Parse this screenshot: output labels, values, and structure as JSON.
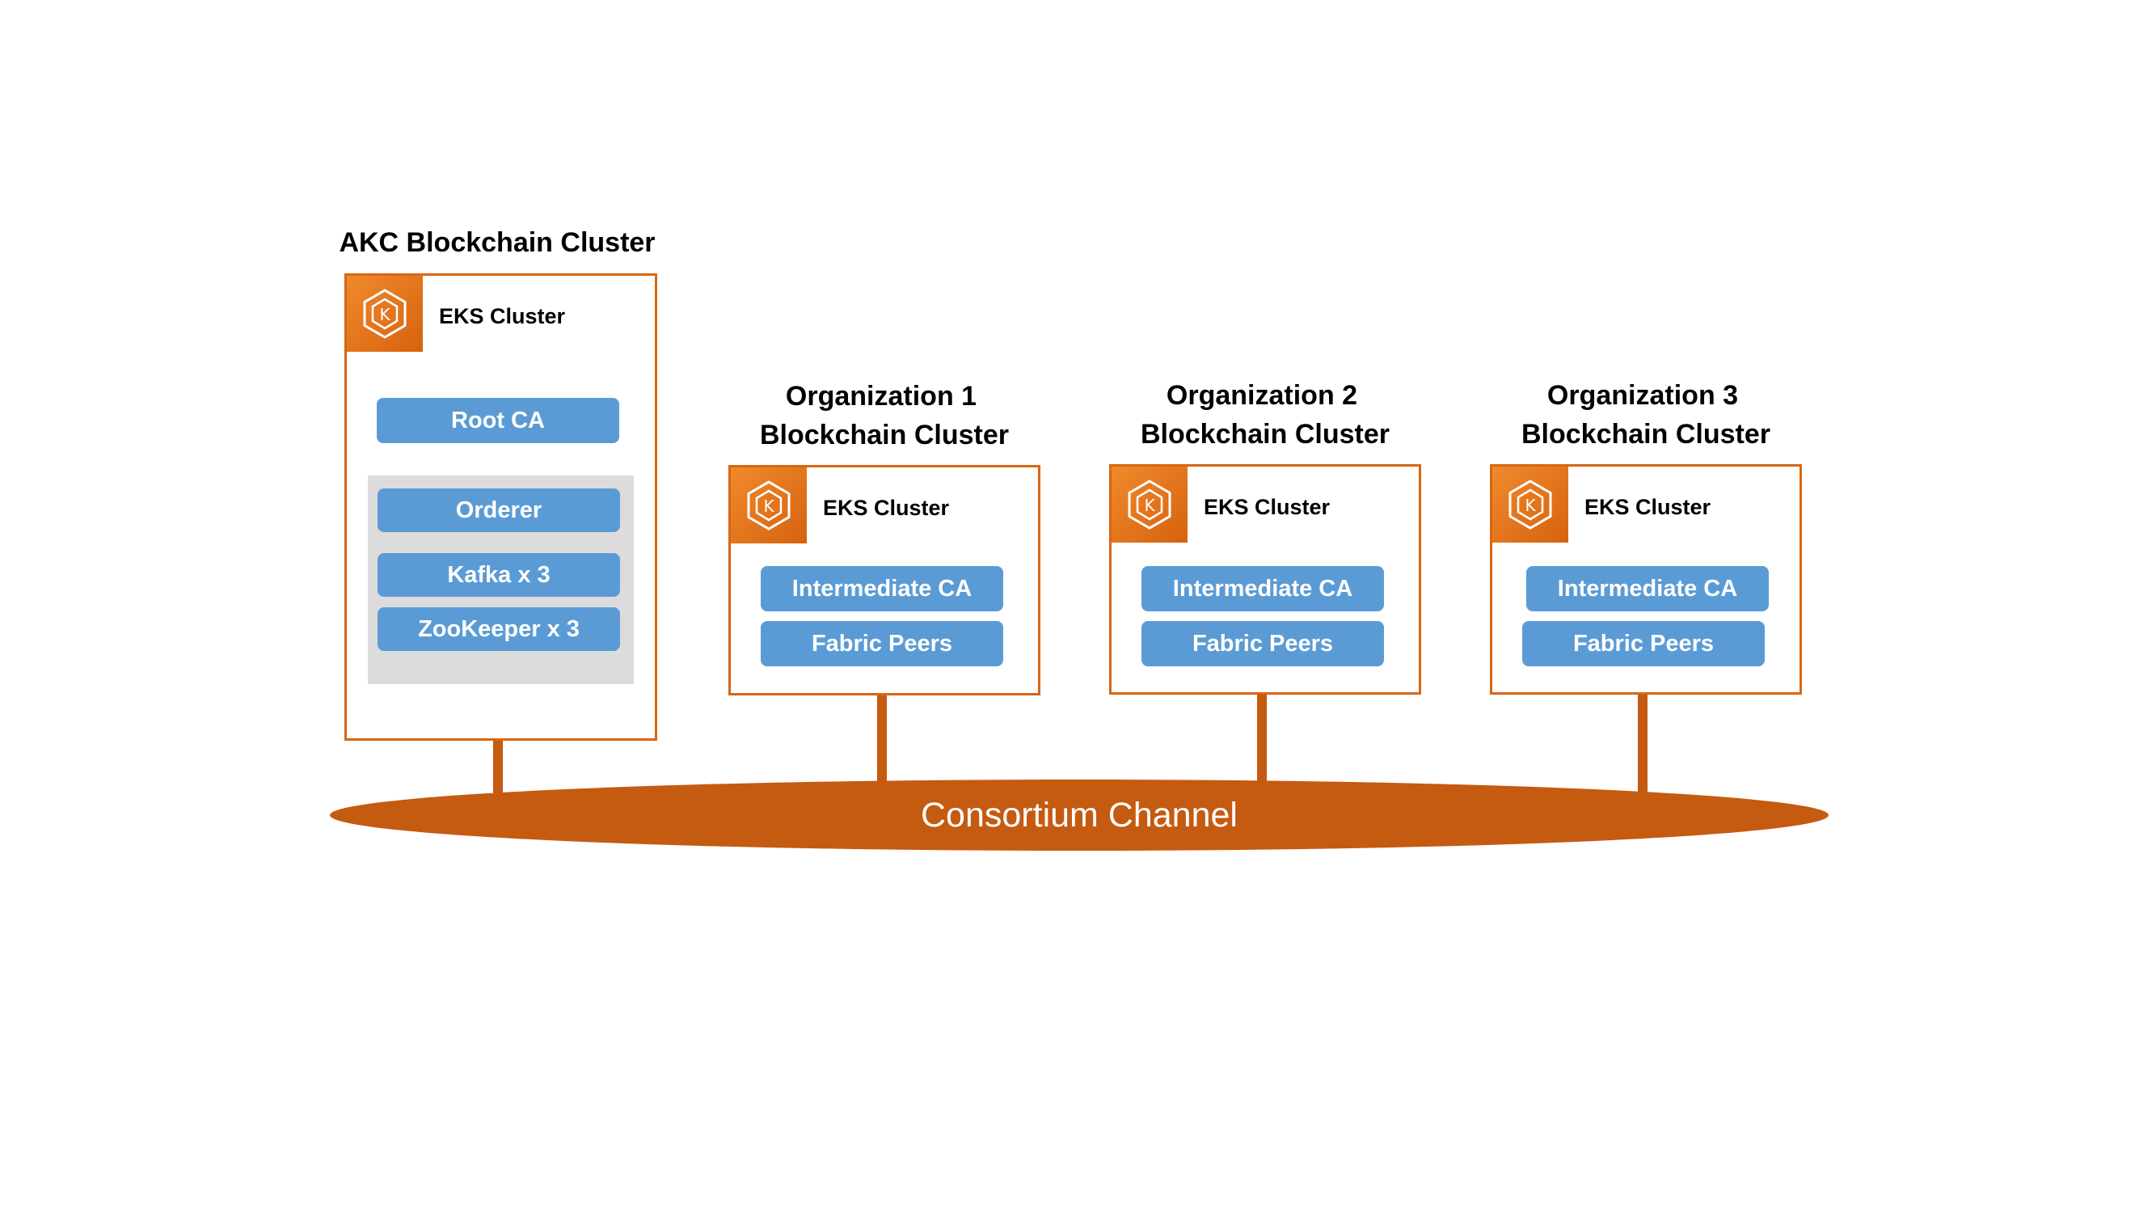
{
  "clusters": [
    {
      "title_line1": "AKC Blockchain Cluster",
      "eks_label": "EKS Cluster",
      "components": [
        "Root CA"
      ],
      "grouped_components": [
        "Orderer",
        "Kafka x 3",
        "ZooKeeper x 3"
      ]
    },
    {
      "title_line1": "Organization 1",
      "title_line2": "Blockchain Cluster",
      "eks_label": "EKS Cluster",
      "components": [
        "Intermediate CA",
        "Fabric Peers"
      ]
    },
    {
      "title_line1": "Organization 2",
      "title_line2": "Blockchain Cluster",
      "eks_label": "EKS Cluster",
      "components": [
        "Intermediate CA",
        "Fabric Peers"
      ]
    },
    {
      "title_line1": "Organization 3",
      "title_line2": "Blockchain Cluster",
      "eks_label": "EKS Cluster",
      "components": [
        "Intermediate CA",
        "Fabric Peers"
      ]
    }
  ],
  "channel": {
    "label": "Consortium Channel"
  },
  "colors": {
    "accent_orange": "#d86613",
    "channel_orange": "#c55a11",
    "component_blue": "#5b9bd5",
    "group_grey": "#dcdcdc"
  },
  "icons": {
    "eks": "kubernetes-eks-icon"
  }
}
